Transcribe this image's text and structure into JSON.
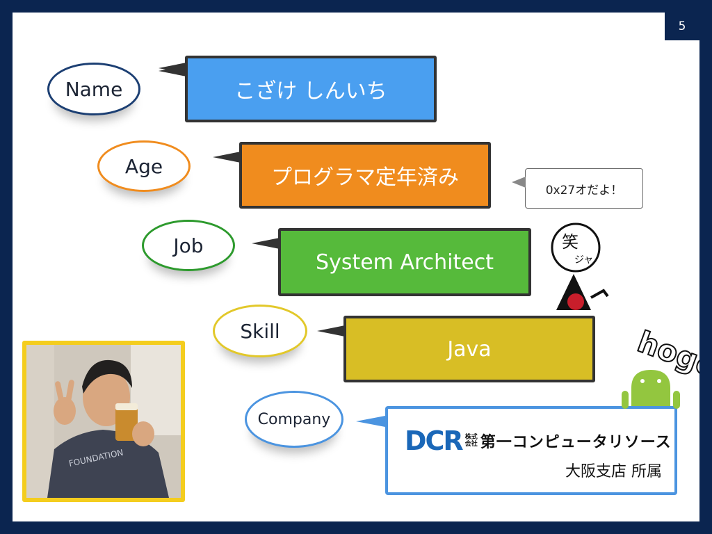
{
  "slide": {
    "page_number": "5"
  },
  "profile": [
    {
      "label": "Name",
      "value": "こざけ しんいち",
      "color": "#4a9ff0",
      "border": "#1c3f73"
    },
    {
      "label": "Age",
      "value": "プログラマ定年済み",
      "color": "#f08c1e",
      "border": "#f08c1e"
    },
    {
      "label": "Job",
      "value": "System Architect",
      "color": "#56ba3b",
      "border": "#2d9a2d"
    },
    {
      "label": "Skill",
      "value": "Java",
      "color": "#d8be25",
      "border": "#e2c82a"
    },
    {
      "label": "Company",
      "value": "",
      "color": "#ffffff",
      "border": "#4b94e0"
    }
  ],
  "note": {
    "text": "0x27オだよ！"
  },
  "company": {
    "logo_text": "DCR",
    "kaisha_line1": "株式",
    "kaisha_line2": "会社",
    "name": "第一コンピュータリソース",
    "branch": "大阪支店 所属"
  },
  "decorations": {
    "stamp_glyphs": "笑ジャ",
    "hoge_text": "hoge"
  }
}
